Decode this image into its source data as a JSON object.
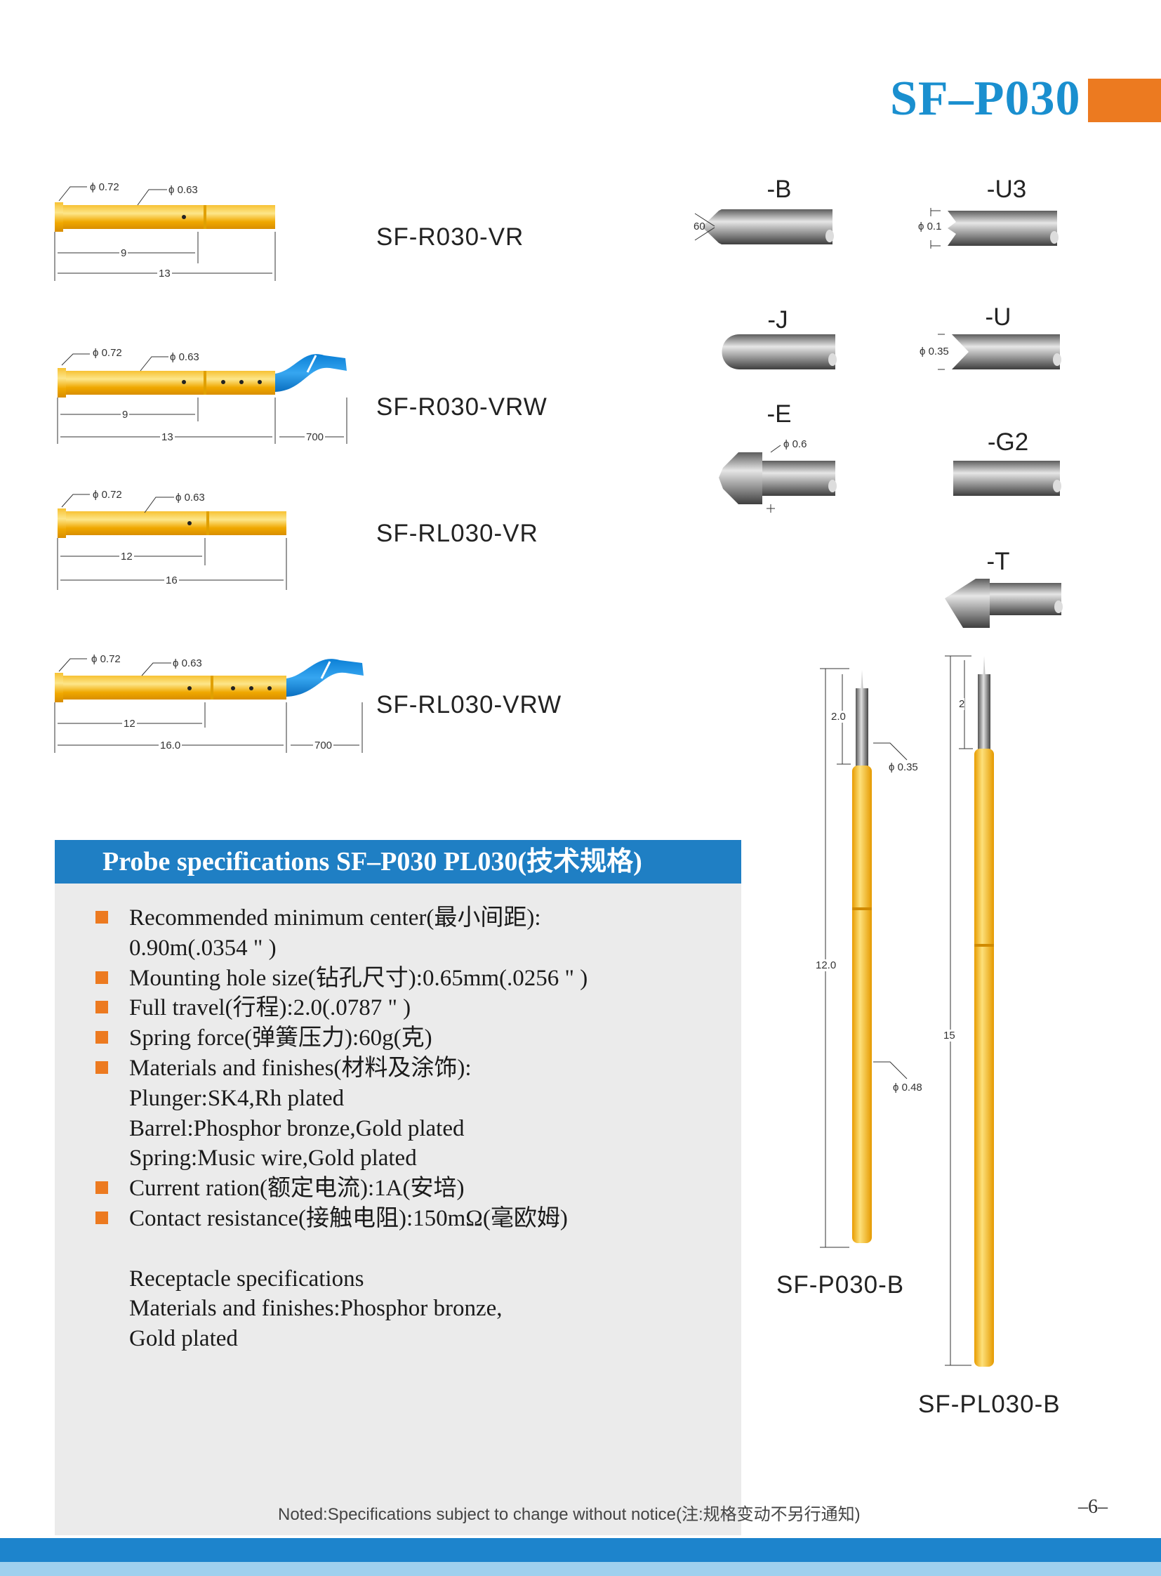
{
  "header": {
    "title": "SF–P030"
  },
  "receptacles": [
    {
      "model": "SF-R030-VR",
      "dia_head": "ϕ 0.72",
      "dia_body": "ϕ 0.63",
      "len_a": "9",
      "len_b": "13",
      "wire": ""
    },
    {
      "model": "SF-R030-VRW",
      "dia_head": "ϕ 0.72",
      "dia_body": "ϕ 0.63",
      "len_a": "9",
      "len_b": "13",
      "wire": "700"
    },
    {
      "model": "SF-RL030-VR",
      "dia_head": "ϕ 0.72",
      "dia_body": "ϕ 0.63",
      "len_a": "12",
      "len_b": "16",
      "wire": ""
    },
    {
      "model": "SF-RL030-VRW",
      "dia_head": "ϕ 0.72",
      "dia_body": "ϕ 0.63",
      "len_a": "12",
      "len_b": "16.0",
      "wire": "700"
    }
  ],
  "tips": [
    {
      "label": "-B",
      "dim": "60"
    },
    {
      "label": "-U3",
      "dim": "ϕ 0.1"
    },
    {
      "label": "-J",
      "dim": ""
    },
    {
      "label": "-U",
      "dim": "ϕ 0.35"
    },
    {
      "label": "-E",
      "dim": "ϕ 0.6"
    },
    {
      "label": "-G2",
      "dim": ""
    },
    {
      "label": "-T",
      "dim": ""
    }
  ],
  "probes": [
    {
      "model": "SF-P030-B",
      "tip_len": "2.0",
      "tip_dia": "ϕ 0.35",
      "total_len": "12.0",
      "barrel_dia": "ϕ 0.48"
    },
    {
      "model": "SF-PL030-B",
      "tip_len": "2",
      "total_len": "15"
    }
  ],
  "specs": {
    "heading": "Probe specifications SF–P030 PL030(技术规格)",
    "lines": [
      {
        "text": "Recommended minimum center(最小间距):",
        "bullet": true
      },
      {
        "text": "0.90m(.0354 \" )",
        "bullet": false
      },
      {
        "text": "Mounting hole size(钻孔尺寸):0.65mm(.0256 \" )",
        "bullet": true
      },
      {
        "text": "Full travel(行程):2.0(.0787 \" )",
        "bullet": true
      },
      {
        "text": "Spring force(弹簧压力):60g(克)",
        "bullet": true
      },
      {
        "text": "Materials and finishes(材料及涂饰):",
        "bullet": true
      },
      {
        "text": "Plunger:SK4,Rh plated",
        "bullet": false
      },
      {
        "text": "Barrel:Phosphor bronze,Gold plated",
        "bullet": false
      },
      {
        "text": "Spring:Music wire,Gold plated",
        "bullet": false
      },
      {
        "text": "Current ration(额定电流):1A(安培)",
        "bullet": true
      },
      {
        "text": "Contact resistance(接触电阻):150mΩ(毫欧姆)",
        "bullet": true
      },
      {
        "text": "",
        "bullet": false
      },
      {
        "text": "Receptacle specifications",
        "bullet": false
      },
      {
        "text": "Materials and finishes:Phosphor bronze,",
        "bullet": false
      },
      {
        "text": "Gold plated",
        "bullet": false
      }
    ]
  },
  "footer": {
    "note": "Noted:Specifications subject to change without notice(注:规格变动不另行通知)",
    "page": "–6–"
  },
  "colors": {
    "brand_blue": "#1a8fcf",
    "accent_orange": "#ec7a20",
    "gold": "#f5b21b",
    "steel": "#8a8a8a"
  }
}
